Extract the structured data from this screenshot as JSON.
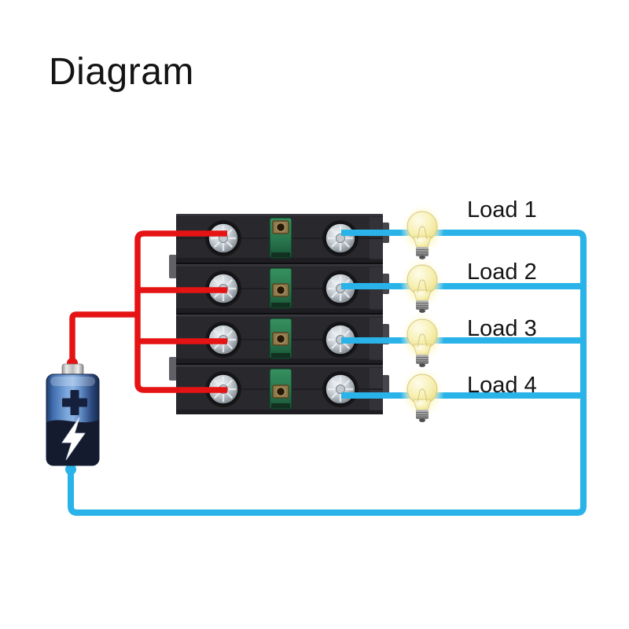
{
  "title": "Diagram",
  "loads": [
    {
      "label": "Load 1"
    },
    {
      "label": "Load 2"
    },
    {
      "label": "Load 3"
    },
    {
      "label": "Load 4"
    }
  ],
  "switch_block": {
    "units": 4
  },
  "colors": {
    "positive_wire": "#e51313",
    "negative_wire": "#29b3e8",
    "battery_blue": "#6b97cf",
    "battery_dark": "#151b2e",
    "switch_body": "#29292d",
    "actuator_green": "#2a7a50",
    "bulb_yellow": "#f7f0b4",
    "label_text": "#141414",
    "background": "#ffffff"
  }
}
